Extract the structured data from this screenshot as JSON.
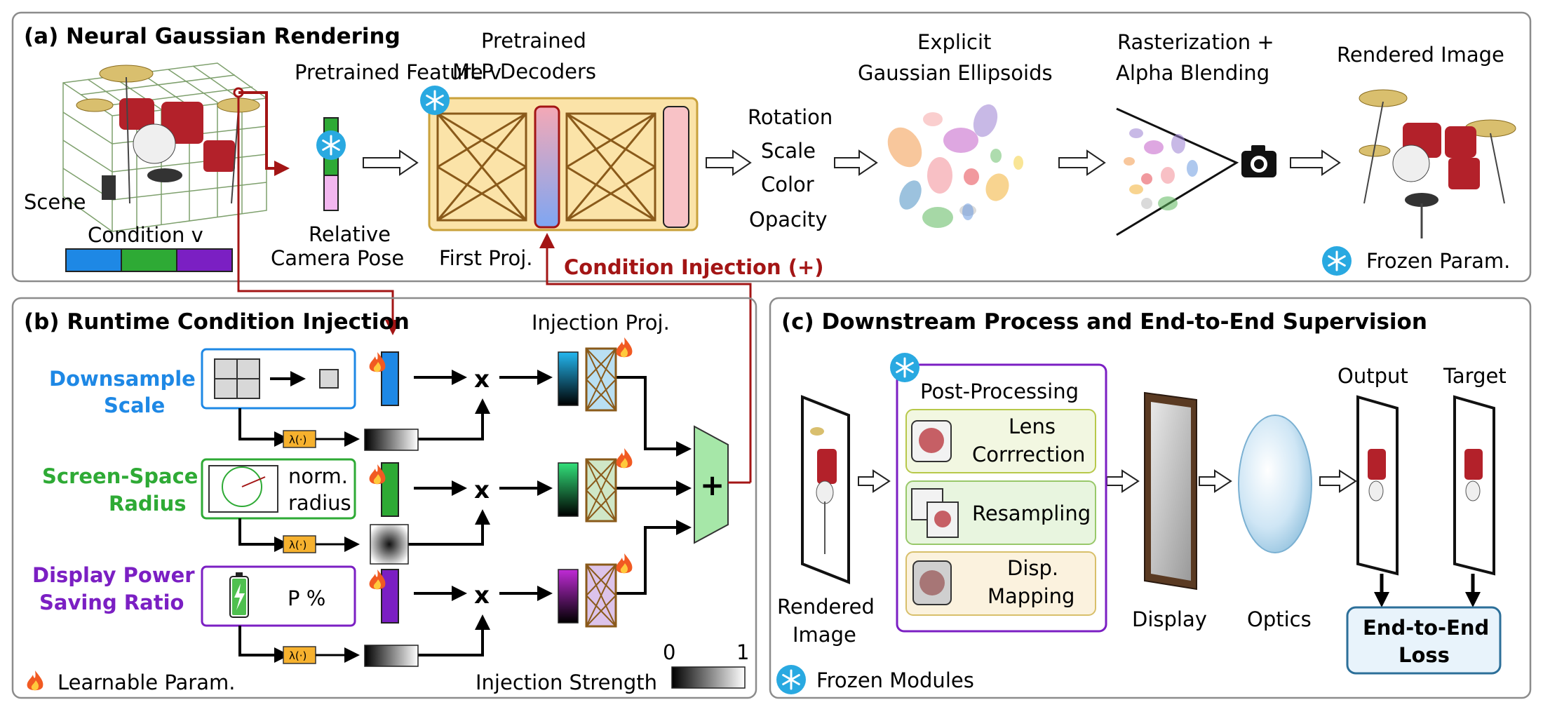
{
  "panel_a": {
    "title": "(a) Neural Gaussian Rendering",
    "scene_label": "Scene",
    "condition_label": "Condition v",
    "condition_colors": [
      "#1e88e5",
      "#2eaa35",
      "#7b1fc3"
    ],
    "pretrained_feature": "Pretrained Feature v",
    "relative_pose_line1": "Relative",
    "relative_pose_line2": "Camera Pose",
    "decoders_line1": "Pretrained",
    "decoders_line2": "MLP Decoders",
    "first_proj": "First Proj.",
    "attributes": [
      "Rotation",
      "Scale",
      "Color",
      "Opacity"
    ],
    "ellipsoids_line1": "Explicit",
    "ellipsoids_line2": "Gaussian Ellipsoids",
    "raster_line1": "Rasterization +",
    "raster_line2": "Alpha Blending",
    "rendered_image": "Rendered Image",
    "condition_injection": "Condition Injection (+)",
    "frozen_param": "Frozen Param."
  },
  "panel_b": {
    "title": "(b) Runtime Condition Injection",
    "injection_proj": "Injection Proj.",
    "rows": [
      {
        "label_line1": "Downsample",
        "label_line2": "Scale",
        "color": "#1e88e5"
      },
      {
        "label_line1": "Screen-Space",
        "label_line2": "Radius",
        "color": "#2eaa35",
        "box_line1": "norm.",
        "box_line2": "radius"
      },
      {
        "label_line1": "Display Power",
        "label_line2": "Saving Ratio",
        "color": "#7b1fc3",
        "box_text": "P %"
      }
    ],
    "lambda_label": "λ(·)",
    "multiply": "x",
    "plus": "+",
    "learnable_param": "Learnable Param.",
    "injection_strength": "Injection Strength",
    "strength_min": "0",
    "strength_max": "1"
  },
  "panel_c": {
    "title": "(c) Downstream Process and End-to-End Supervision",
    "rendered_line1": "Rendered",
    "rendered_line2": "Image",
    "post_processing": "Post-Processing",
    "steps": [
      {
        "line1": "Lens",
        "line2": "Corrrection"
      },
      {
        "line1": "Resampling",
        "line2": ""
      },
      {
        "line1": "Disp.",
        "line2": "Mapping"
      }
    ],
    "display": "Display",
    "optics": "Optics",
    "output": "Output",
    "target": "Target",
    "loss_line1": "End-to-End",
    "loss_line2": "Loss",
    "frozen_modules": "Frozen Modules"
  },
  "colors": {
    "dark_red": "#a31515",
    "blue": "#1e88e5",
    "green": "#2eaa35",
    "purple": "#7b1fc3",
    "decoder_fill": "#fbe3a8",
    "decoder_stroke": "#c9a13b",
    "loss_fill": "#e8f3fb",
    "loss_stroke": "#2c6f99",
    "frozen_blue": "#29a9e1",
    "flame": "#f15a22"
  }
}
